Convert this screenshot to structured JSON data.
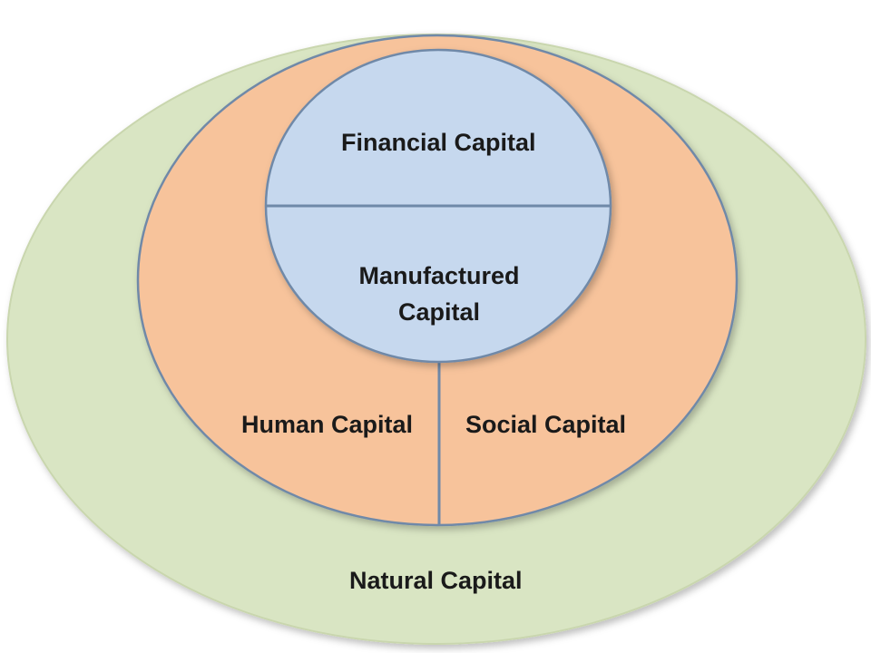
{
  "diagram": {
    "natural_capital": "Natural Capital",
    "human_capital": "Human Capital",
    "social_capital": "Social Capital",
    "financial_capital": "Financial Capital",
    "manufactured_capital_line1": "Manufactured",
    "manufactured_capital_line2": "Capital"
  },
  "colors": {
    "natural_fill": "#d9e5c3",
    "community_fill": "#f7c39b",
    "economy_fill": "#c6d8ee",
    "outline": "#6f89a8",
    "divider": "#6f89a8"
  }
}
